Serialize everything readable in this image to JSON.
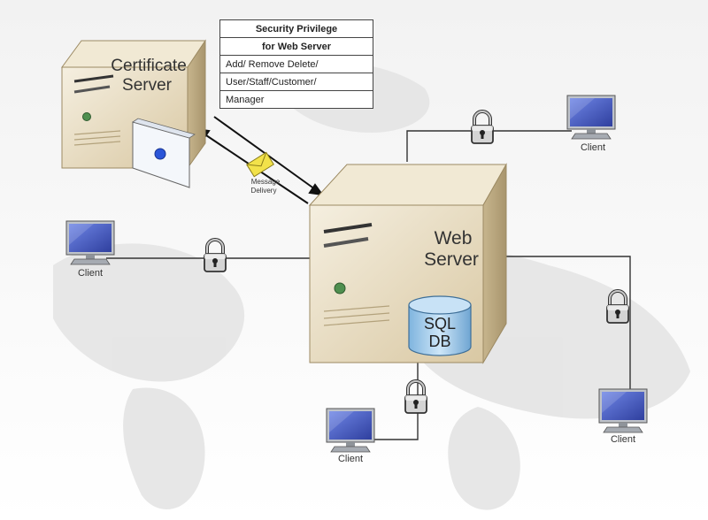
{
  "certificate_server": {
    "line1": "Certificate",
    "line2": "Server"
  },
  "privilege_table": {
    "header1": "Security Privilege",
    "header2": "for Web Server",
    "rows": [
      "Add/ Remove Delete/",
      "User/Staff/Customer/",
      "Manager"
    ]
  },
  "message": {
    "line1": "Message",
    "line2": "Delivery"
  },
  "web_server": {
    "line1": "Web",
    "line2": "Server"
  },
  "database": {
    "line1": "SQL",
    "line2": "DB"
  },
  "clients": [
    "Client",
    "Client",
    "Client",
    "Client"
  ],
  "icons": {
    "lock": "padlock-icon",
    "client": "computer-monitor-icon",
    "envelope": "envelope-icon",
    "certificate": "certificate-card-icon"
  },
  "colors": {
    "server_face": "#e8dcc0",
    "server_side": "#cdbb93",
    "db_blue": "#a9d0ee",
    "monitor_screen": "#4a5fc8",
    "envelope": "#f2e24a"
  }
}
